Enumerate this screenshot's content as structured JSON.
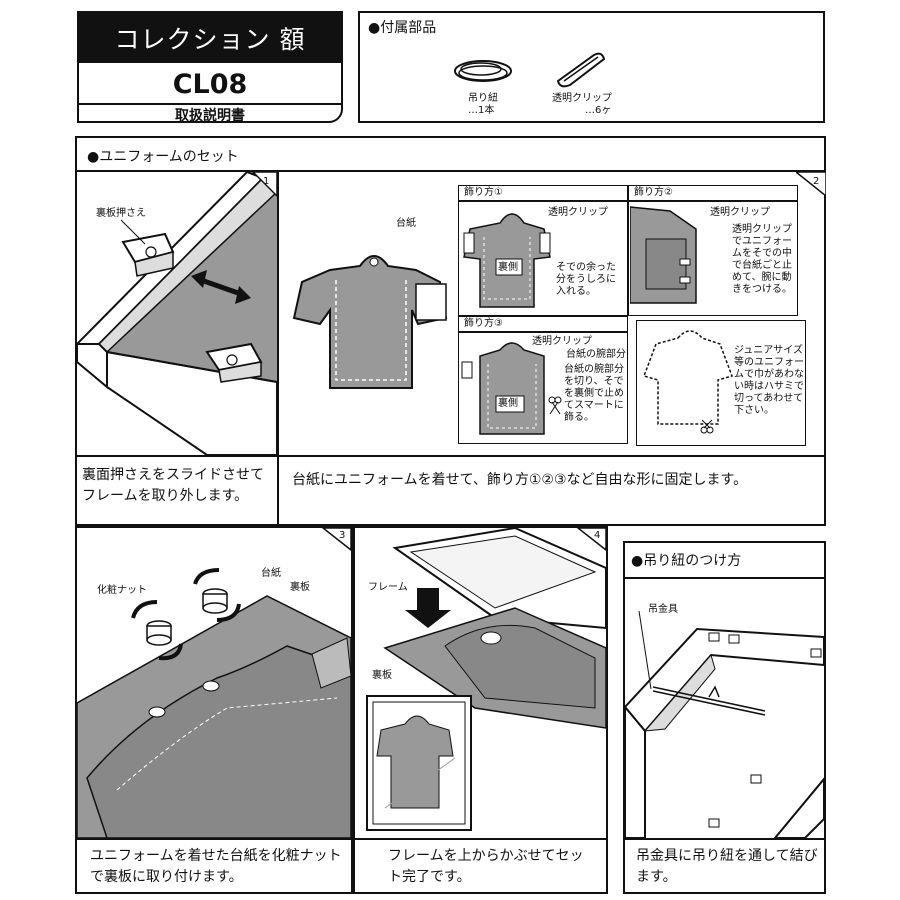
{
  "header": {
    "title": "コレクション 額",
    "model": "CL08",
    "subtitle": "取扱説明書"
  },
  "accessories": {
    "heading": "●付属部品",
    "items": [
      {
        "name": "吊り紐",
        "qty": "…1本"
      },
      {
        "name": "透明クリップ",
        "qty": "…6ヶ"
      }
    ]
  },
  "uniform_section": {
    "heading": "●ユニフォームのセット",
    "step1": {
      "number": "1",
      "label_backplate_holder": "裏板押さえ",
      "caption": "裏面押さえをスライドさせてフレームを取り外します。"
    },
    "step2": {
      "number": "2",
      "label_mount": "台紙",
      "style1": {
        "title": "飾り方①",
        "clip": "透明クリップ",
        "back": "裏側",
        "note": "そでの余った分をうしろに入れる。"
      },
      "style2": {
        "title": "飾り方②",
        "clip": "透明クリップ",
        "note": "透明クリップでユニフォームをそでの中で台紙ごと止めて、腕に動きをつける。"
      },
      "style3": {
        "title": "飾り方③",
        "clip": "透明クリップ",
        "sleeve": "台紙の腕部分",
        "back": "裏側",
        "note": "台紙の腕部分を切り、そでを裏側で止めてスマートに飾る。"
      },
      "junior_note": "ジュニアサイズ等のユニフォームで巾があわない時はハサミで切ってあわせて下さい。",
      "caption": "台紙にユニフォームを着せて、飾り方①②③など自由な形に固定します。"
    }
  },
  "step3": {
    "number": "3",
    "label_nut": "化粧ナット",
    "label_mount": "台紙",
    "label_backboard": "裏板",
    "caption": "ユニフォームを着せた台紙を化粧ナットで裏板に取り付けます。"
  },
  "step4": {
    "number": "4",
    "label_frame": "フレーム",
    "label_backboard": "裏板",
    "caption": "フレームを上からかぶせてセット完了です。"
  },
  "hanging": {
    "heading": "●吊り紐のつけ方",
    "label_hook": "吊金具",
    "caption": "吊金具に吊り紐を通して結びます。"
  }
}
